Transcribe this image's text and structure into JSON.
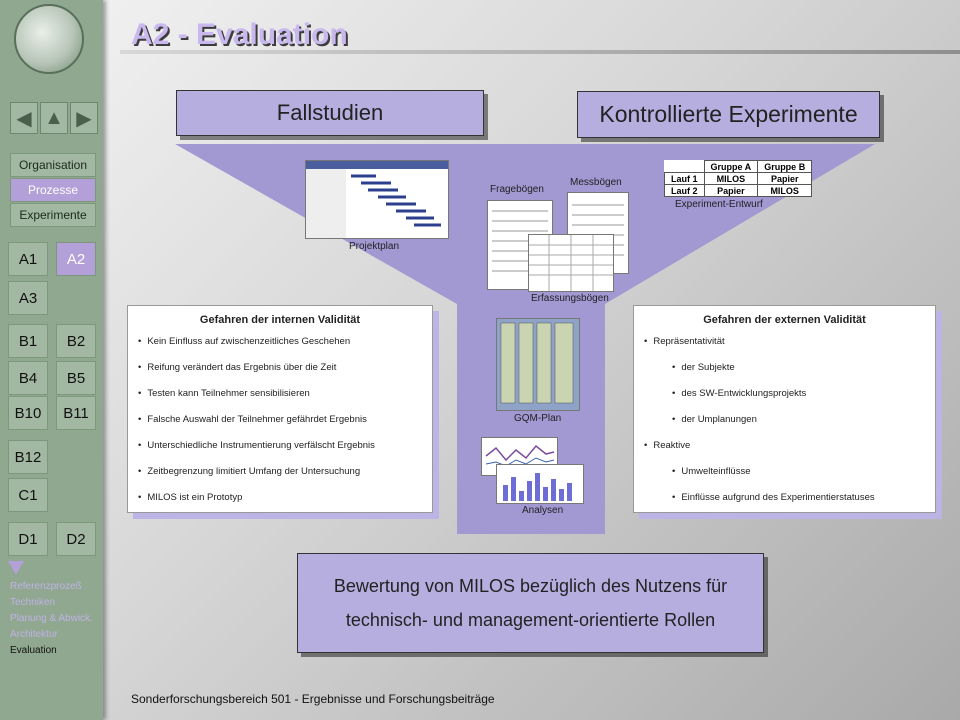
{
  "slide": {
    "title": "A2 - Evaluation",
    "footer": "Sonderforschungsbereich 501 - Ergebnisse und Forschungsbeiträge"
  },
  "sidebar": {
    "menu": [
      "Organisation",
      "Prozesse",
      "Experimente"
    ],
    "active_menu": "Prozesse",
    "buttons": [
      "A1",
      "A2",
      "A3",
      "B1",
      "B2",
      "B4",
      "B5",
      "B10",
      "B11",
      "B12",
      "C1",
      "D1",
      "D2"
    ],
    "active_button": "A2",
    "sublinks": [
      "Referenzprozeß",
      "Techniken",
      "Planung & Abwick.",
      "Architektur",
      "Evaluation"
    ],
    "current_sublink": "Evaluation",
    "icons": [
      "left-arrow-icon",
      "up-arrow-icon",
      "right-arrow-icon",
      "down-triangle-icon"
    ]
  },
  "headers": {
    "left": "Fallstudien",
    "right": "Kontrollierte Experimente"
  },
  "artifacts": {
    "projektplan": "Projektplan",
    "frageboegen": "Fragebögen",
    "messboegen": "Messbögen",
    "erfassungsboegen": "Erfassungsbögen",
    "experiment_entwurf": "Experiment-Entwurf",
    "gqm_plan": "GQM-Plan",
    "analysen": "Analysen"
  },
  "experiment_table": {
    "columns": [
      "",
      "Gruppe A",
      "Gruppe B"
    ],
    "rows": [
      [
        "Lauf 1",
        "MILOS",
        "Papier"
      ],
      [
        "Lauf 2",
        "Papier",
        "MILOS"
      ]
    ]
  },
  "internal": {
    "title": "Gefahren der internen Validität",
    "items": [
      "Kein Einfluss auf zwischenzeitliches Geschehen",
      "Reifung verändert das Ergebnis über die Zeit",
      "Testen kann Teilnehmer sensibilisieren",
      "Falsche Auswahl der Teilnehmer gefährdet Ergebnis",
      "Unterschiedliche Instrumentierung verfälscht Ergebnis",
      "Zeitbegrenzung limitiert Umfang der Untersuchung",
      "MILOS ist ein Prototyp"
    ]
  },
  "external": {
    "title": "Gefahren der externen Validität",
    "items": [
      "Repräsentativität",
      "der Subjekte",
      "des SW-Entwicklungsprojekts",
      "der Umplanungen",
      "Reaktive",
      "Umwelteinflüsse",
      "Einflüsse aufgrund des Experimentierstatuses"
    ]
  },
  "conclusion": {
    "line1": "Bewertung von MILOS bezüglich des Nutzens für",
    "line2": "technisch- und management-orientierte Rollen"
  }
}
